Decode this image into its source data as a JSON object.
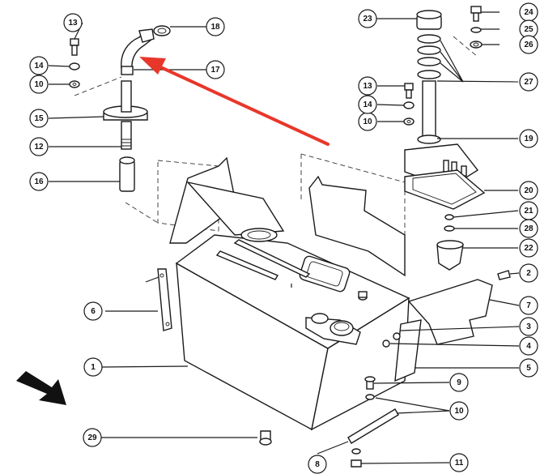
{
  "colors": {
    "ink": "#1a1a1a",
    "arrow": "#e8372a",
    "highlight": "#a8b23a",
    "background": "#ffffff"
  },
  "callouts": [
    {
      "id": "1",
      "label": "1"
    },
    {
      "id": "2",
      "label": "2"
    },
    {
      "id": "3",
      "label": "3"
    },
    {
      "id": "4",
      "label": "4"
    },
    {
      "id": "5",
      "label": "5"
    },
    {
      "id": "6",
      "label": "6"
    },
    {
      "id": "7",
      "label": "7"
    },
    {
      "id": "8",
      "label": "8"
    },
    {
      "id": "9",
      "label": "9"
    },
    {
      "id": "10a",
      "label": "10"
    },
    {
      "id": "10b",
      "label": "10"
    },
    {
      "id": "10c",
      "label": "10"
    },
    {
      "id": "11",
      "label": "11"
    },
    {
      "id": "12",
      "label": "12"
    },
    {
      "id": "13a",
      "label": "13"
    },
    {
      "id": "13b",
      "label": "13"
    },
    {
      "id": "14a",
      "label": "14"
    },
    {
      "id": "14b",
      "label": "14"
    },
    {
      "id": "15",
      "label": "15"
    },
    {
      "id": "16",
      "label": "16"
    },
    {
      "id": "17",
      "label": "17",
      "highlighted": true
    },
    {
      "id": "18",
      "label": "18"
    },
    {
      "id": "19",
      "label": "19"
    },
    {
      "id": "20",
      "label": "20"
    },
    {
      "id": "21",
      "label": "21"
    },
    {
      "id": "22",
      "label": "22"
    },
    {
      "id": "23",
      "label": "23"
    },
    {
      "id": "24",
      "label": "24"
    },
    {
      "id": "25",
      "label": "25"
    },
    {
      "id": "26",
      "label": "26"
    },
    {
      "id": "27",
      "label": "27"
    },
    {
      "id": "28",
      "label": "28"
    },
    {
      "id": "29",
      "label": "29"
    }
  ],
  "pointer_arrow": {
    "color": "#e8372a",
    "points_to": "17"
  },
  "direction_arrow": {
    "icon": "bold-arrow-down-right"
  }
}
